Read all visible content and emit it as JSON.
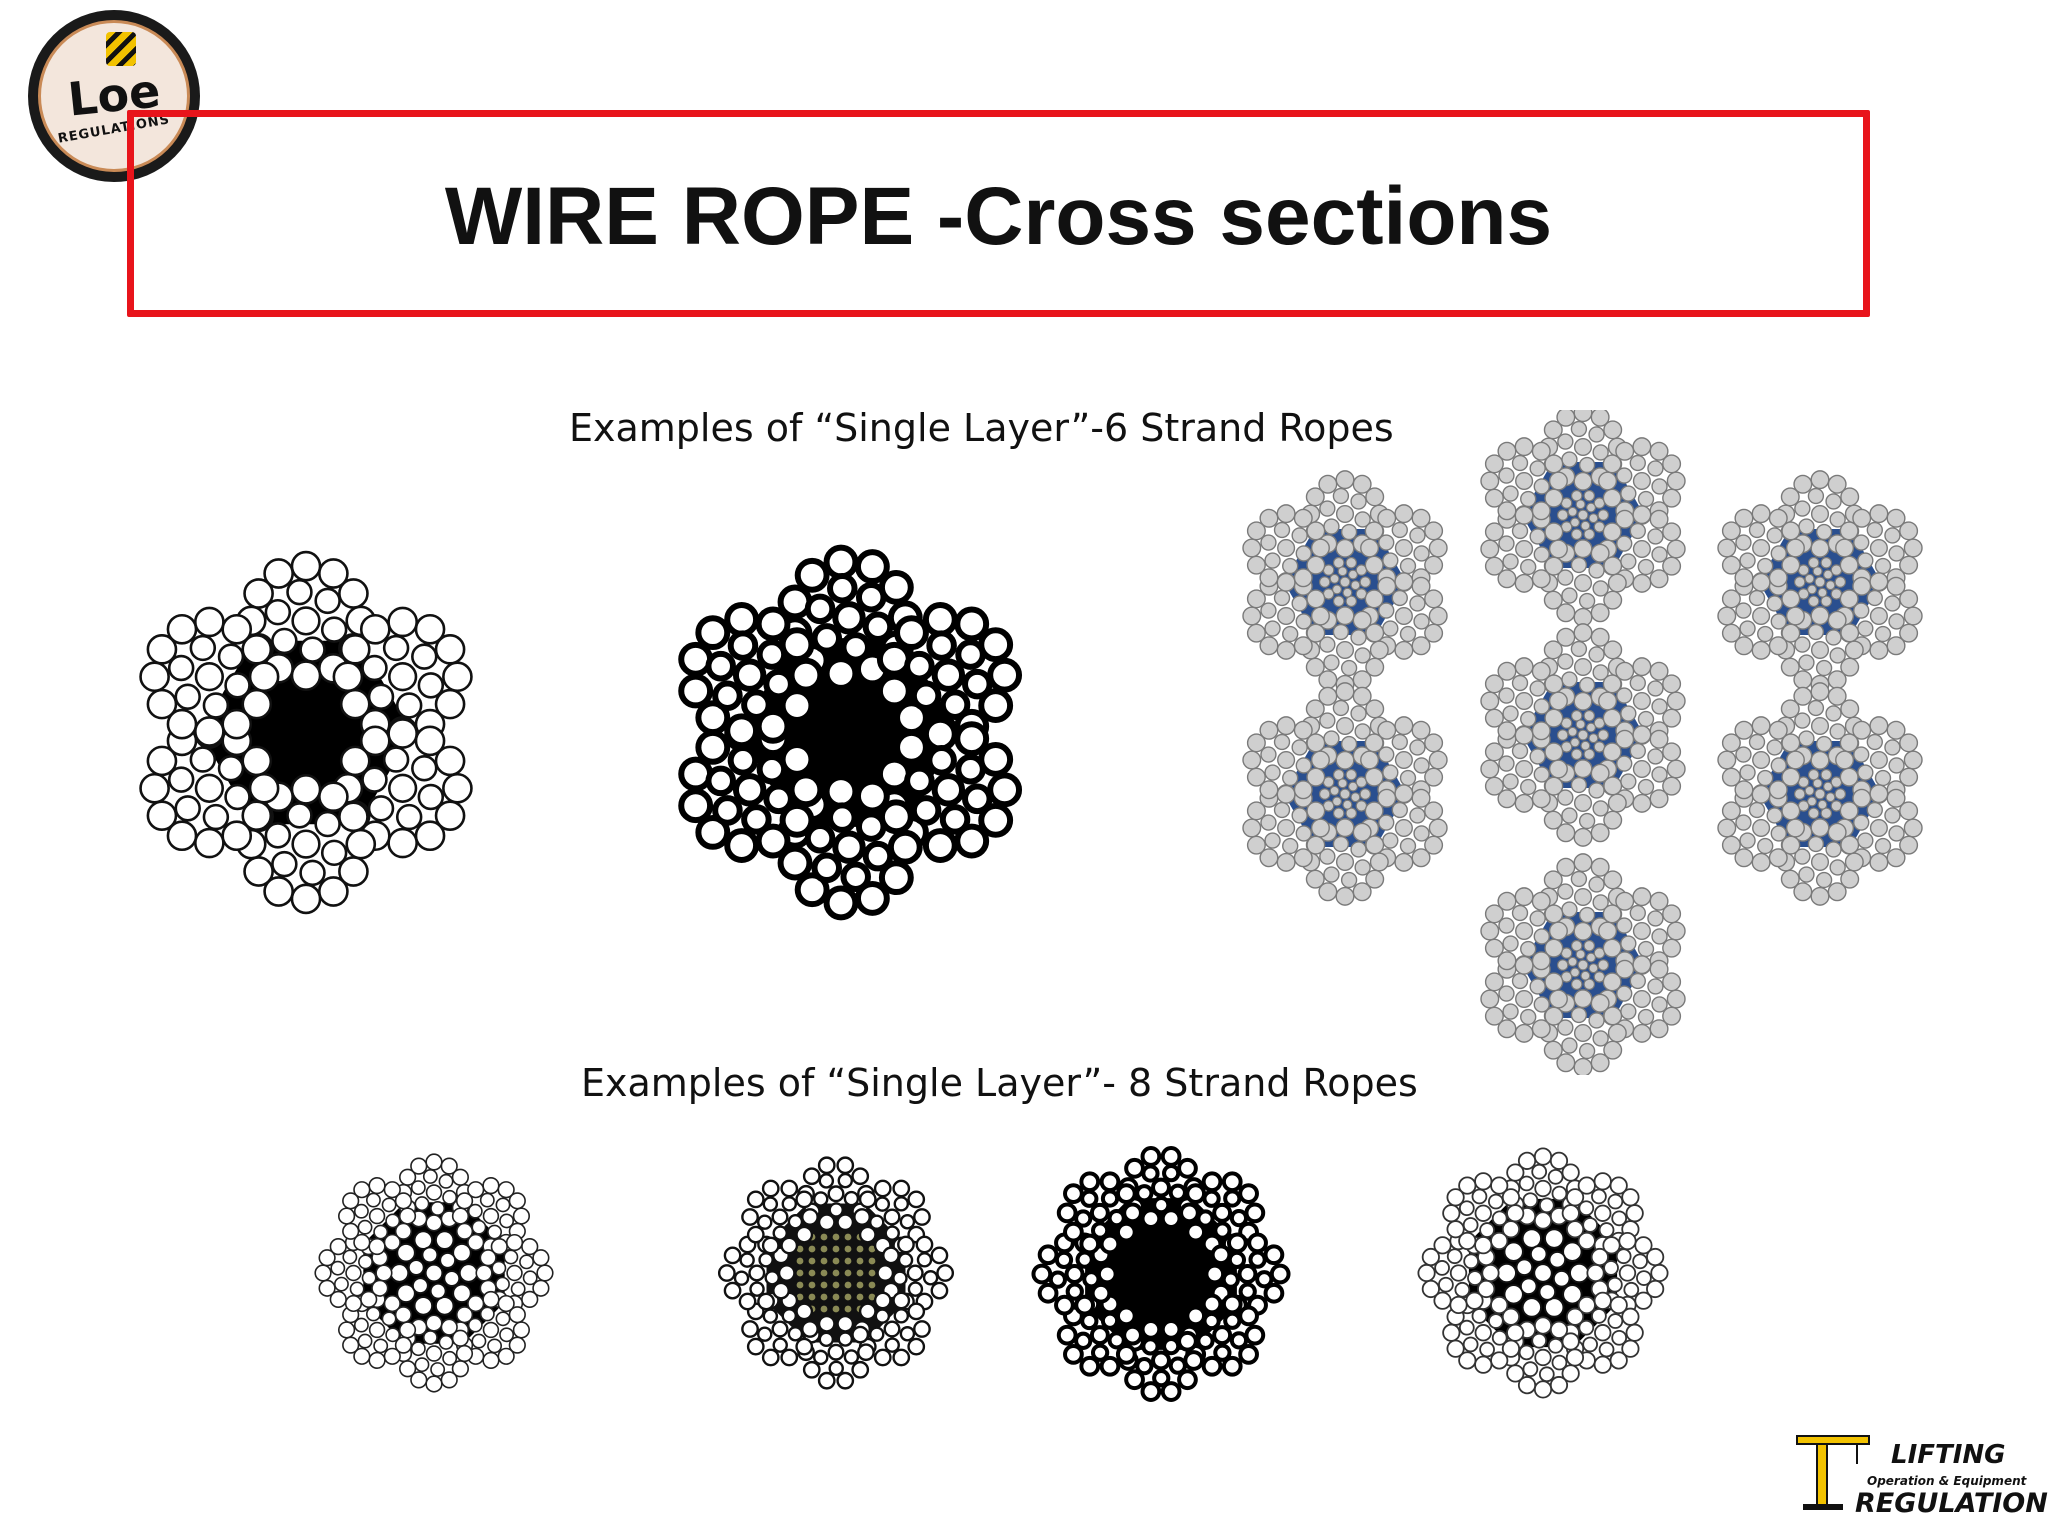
{
  "header": {
    "title": "WIRE ROPE -Cross sections"
  },
  "logos": {
    "top_left": {
      "brand": "Loe",
      "sub": "REGULATIONS",
      "icon": "crane-hook-icon"
    },
    "bottom_right": {
      "line1": "LIFTING",
      "line2": "Operation & Equipment",
      "line3": "REGULATIONS",
      "icon": "crane-icon"
    }
  },
  "sections": {
    "six_strand": {
      "caption": "Examples of “Single Layer”-6 Strand Ropes"
    },
    "eight_strand": {
      "caption": "Examples of “Single Layer”- 8 Strand Ropes"
    }
  },
  "colors": {
    "accent": "#e8141b",
    "gray_wire": "#c8c8c8",
    "blue_core": "#2a4f8f",
    "olive_core": "#4a4a32"
  }
}
